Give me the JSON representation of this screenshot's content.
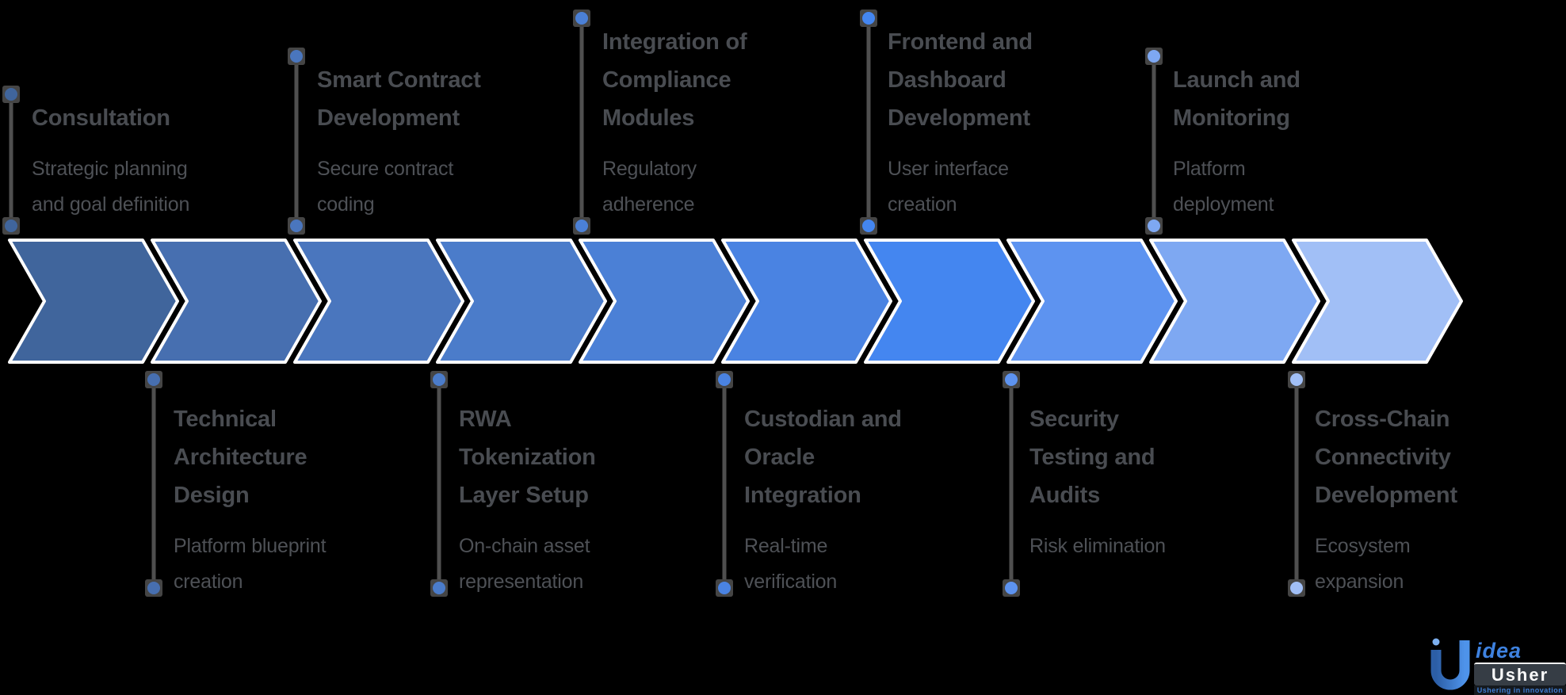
{
  "diagram": {
    "background": "#000000",
    "direction": "left-to-right",
    "steps": [
      {
        "title": "Consultation",
        "subtitle": "Strategic planning and goal definition",
        "label_position": "top",
        "color": "#40659C"
      },
      {
        "title": "Technical Architecture Design",
        "subtitle": "Platform blueprint creation",
        "label_position": "bottom",
        "color": "#476FB0"
      },
      {
        "title": "Smart Contract Development",
        "subtitle": "Secure contract coding",
        "label_position": "top",
        "color": "#4A76BE"
      },
      {
        "title": "RWA Tokenization Layer Setup",
        "subtitle": "On-chain asset representation",
        "label_position": "bottom",
        "color": "#4B7CCA"
      },
      {
        "title": "Integration of Compliance Modules",
        "subtitle": "Regulatory adherence",
        "label_position": "top",
        "color": "#4B80D6"
      },
      {
        "title": "Custodian and Oracle Integration",
        "subtitle": "Real-time verification",
        "label_position": "bottom",
        "color": "#4A83E2"
      },
      {
        "title": "Frontend and Dashboard Development",
        "subtitle": "User interface creation",
        "label_position": "top",
        "color": "#4486F0"
      },
      {
        "title": "Security Testing and Audits",
        "subtitle": "Risk elimination",
        "label_position": "bottom",
        "color": "#5D93F0"
      },
      {
        "title": "Launch and Monitoring",
        "subtitle": "Platform deployment",
        "label_position": "top",
        "color": "#7EA8F2"
      },
      {
        "title": "Cross-Chain Connectivity Development",
        "subtitle": "Ecosystem expansion",
        "label_position": "bottom",
        "color": "#A1BFF6"
      }
    ],
    "styles": {
      "chevron_outline": "#ffffff",
      "connector_line": "#4f4f4f",
      "connector_cap": "#454545",
      "title_color": "#494c51",
      "subtitle_color": "#4e5156"
    }
  },
  "logo": {
    "brand_top": "idea",
    "brand_bottom": "Usher",
    "tagline": "Ushering in innovation",
    "accent": "#3e82e0",
    "u_left_color": "#2c5ea6",
    "u_right_color": "#4e93ea"
  }
}
